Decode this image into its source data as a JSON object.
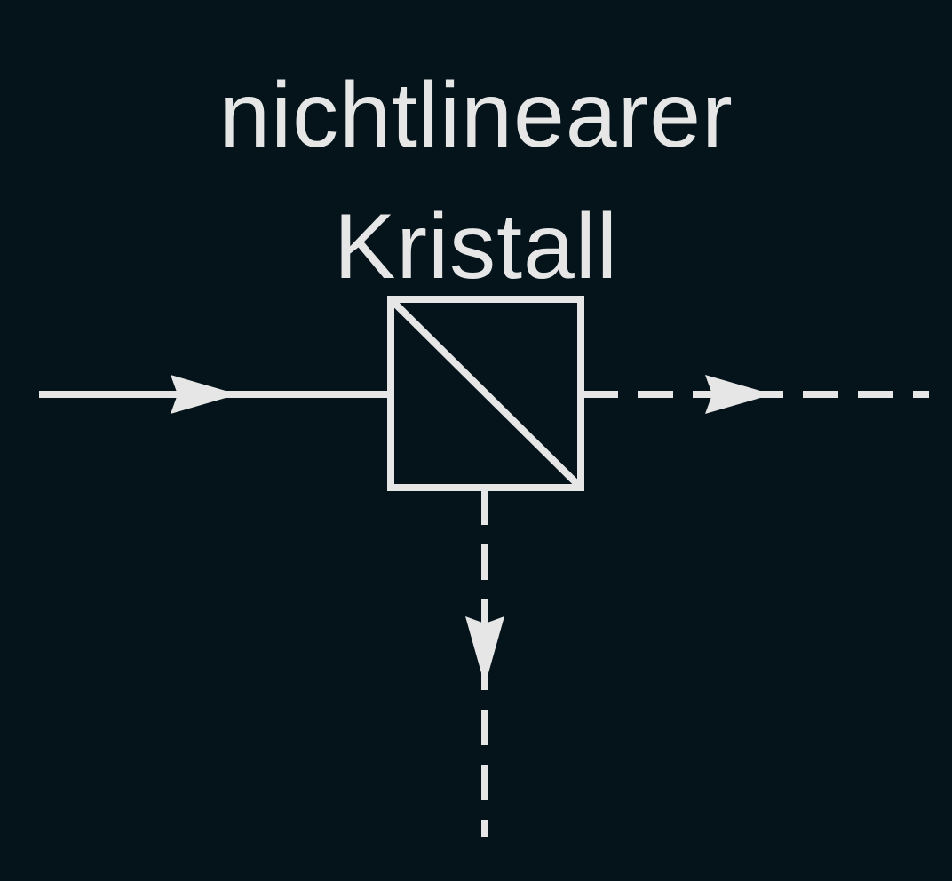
{
  "diagram": {
    "label_lines": [
      "nichtlinearer",
      "Kristall"
    ],
    "colors": {
      "background": "#04141a",
      "stroke": "#e6e6e6",
      "text": "#e6e6e6"
    },
    "elements": {
      "crystal_icon": "beam-splitter-cube-icon",
      "input_beam": "solid arrow entering crystal from left",
      "output_beams": [
        "dashed arrow exiting right",
        "dashed arrow exiting downward"
      ]
    }
  }
}
